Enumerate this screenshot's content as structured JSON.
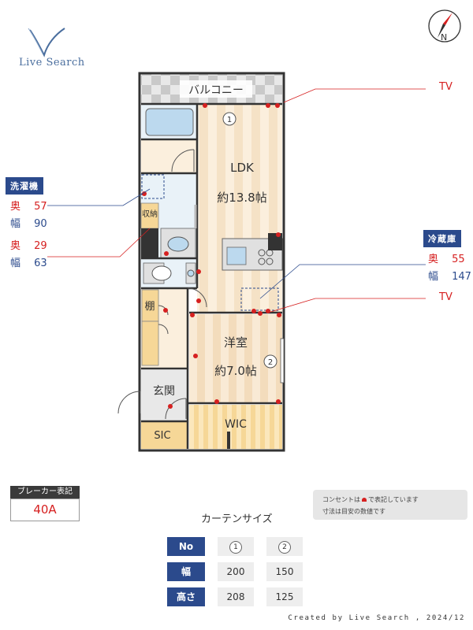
{
  "brand": {
    "name": "Live Search"
  },
  "compass": {
    "north_label": "N"
  },
  "rooms": {
    "balcony": "バルコニー",
    "ldk_name": "LDK",
    "ldk_size": "約13.8帖",
    "western_name": "洋室",
    "western_size": "約7.0帖",
    "wic": "WIC",
    "sic": "SIC",
    "entrance": "玄関",
    "storage": "収納",
    "shelf": "棚"
  },
  "window_markers": {
    "one": "1",
    "two": "2"
  },
  "callouts": {
    "washer": {
      "title": "洗濯機",
      "depth_label": "奥",
      "depth": "57",
      "width_label": "幅",
      "width": "90"
    },
    "niche": {
      "depth_label": "奥",
      "depth": "29",
      "width_label": "幅",
      "width": "63"
    },
    "fridge": {
      "title": "冷蔵庫",
      "depth_label": "奥",
      "depth": "55",
      "width_label": "幅",
      "width": "147"
    },
    "tv_top": "TV",
    "tv_mid": "TV"
  },
  "breaker": {
    "title": "ブレーカー表記",
    "value": "40A"
  },
  "notes": {
    "line1": "コンセントは",
    "line1b": "で表記しています",
    "line2": "寸法は目安の数値です"
  },
  "curtain": {
    "title": "カーテンサイズ",
    "header_label": "No",
    "numbers": [
      "1",
      "2"
    ],
    "width_label": "幅",
    "widths": [
      "200",
      "150"
    ],
    "height_label": "高さ",
    "heights": [
      "208",
      "125"
    ]
  },
  "footer": "Created by Live Search , 2024/12"
}
